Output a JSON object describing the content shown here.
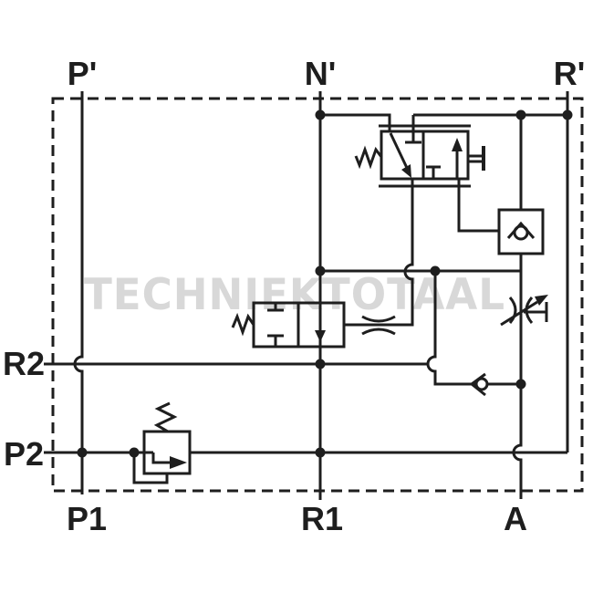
{
  "diagram": {
    "watermark": "TECHNIEKTOTAAL",
    "colors": {
      "line": "#1e1e1e",
      "watermark": "#d8d8d8",
      "background": "#ffffff"
    },
    "ports": {
      "top": [
        {
          "label": "P'"
        },
        {
          "label": "N'"
        },
        {
          "label": "R'"
        }
      ],
      "left": [
        {
          "label": "R2"
        },
        {
          "label": "P2"
        }
      ],
      "bottom": [
        {
          "label": "P1"
        },
        {
          "label": "R1"
        },
        {
          "label": "A"
        }
      ]
    },
    "components": [
      {
        "name": "proportional-2-2-directional-valve"
      },
      {
        "name": "boxed-check-valve"
      },
      {
        "name": "shutoff-2-2-directional-valve"
      },
      {
        "name": "fixed-restrictor"
      },
      {
        "name": "adjustable-restrictor"
      },
      {
        "name": "check-valve"
      },
      {
        "name": "pressure-relief-valve"
      },
      {
        "name": "dashed-enclosure"
      }
    ]
  }
}
